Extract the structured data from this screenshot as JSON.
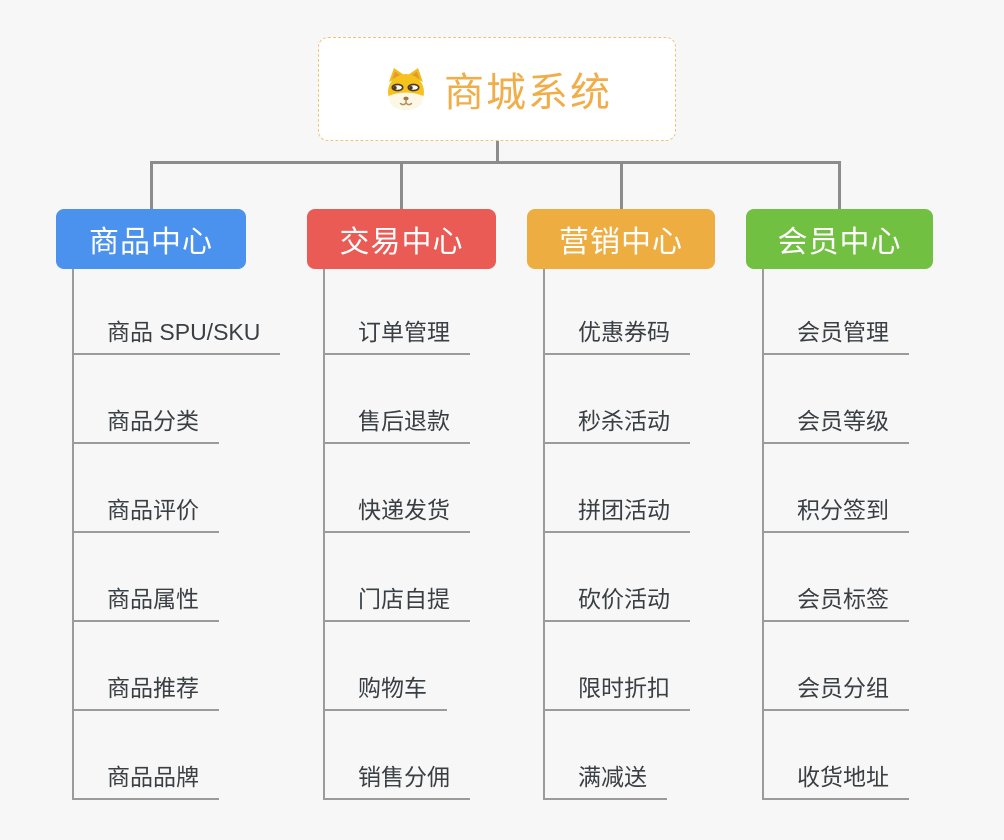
{
  "root": {
    "title": "商城系统",
    "icon": "dog-icon",
    "title_color": "#efae49",
    "border_color": "#f0c478",
    "background": "#ffffff"
  },
  "colors": {
    "canvas_background": "#f7f7f7",
    "tree_line": "#8c8c8c",
    "sub_line": "#9b9b9b",
    "item_text": "#3a3f44",
    "branch_text": "#ffffff"
  },
  "branches": [
    {
      "label": "商品中心",
      "color": "#4b91ee",
      "items": [
        "商品 SPU/SKU",
        "商品分类",
        "商品评价",
        "商品属性",
        "商品推荐",
        "商品品牌"
      ]
    },
    {
      "label": "交易中心",
      "color": "#e95b54",
      "items": [
        "订单管理",
        "售后退款",
        "快递发货",
        "门店自提",
        "购物车",
        "销售分佣"
      ]
    },
    {
      "label": "营销中心",
      "color": "#eead40",
      "items": [
        "优惠券码",
        "秒杀活动",
        "拼团活动",
        "砍价活动",
        "限时折扣",
        "满减送"
      ]
    },
    {
      "label": "会员中心",
      "color": "#71c041",
      "items": [
        "会员管理",
        "会员等级",
        "积分签到",
        "会员标签",
        "会员分组",
        "收货地址"
      ]
    }
  ]
}
